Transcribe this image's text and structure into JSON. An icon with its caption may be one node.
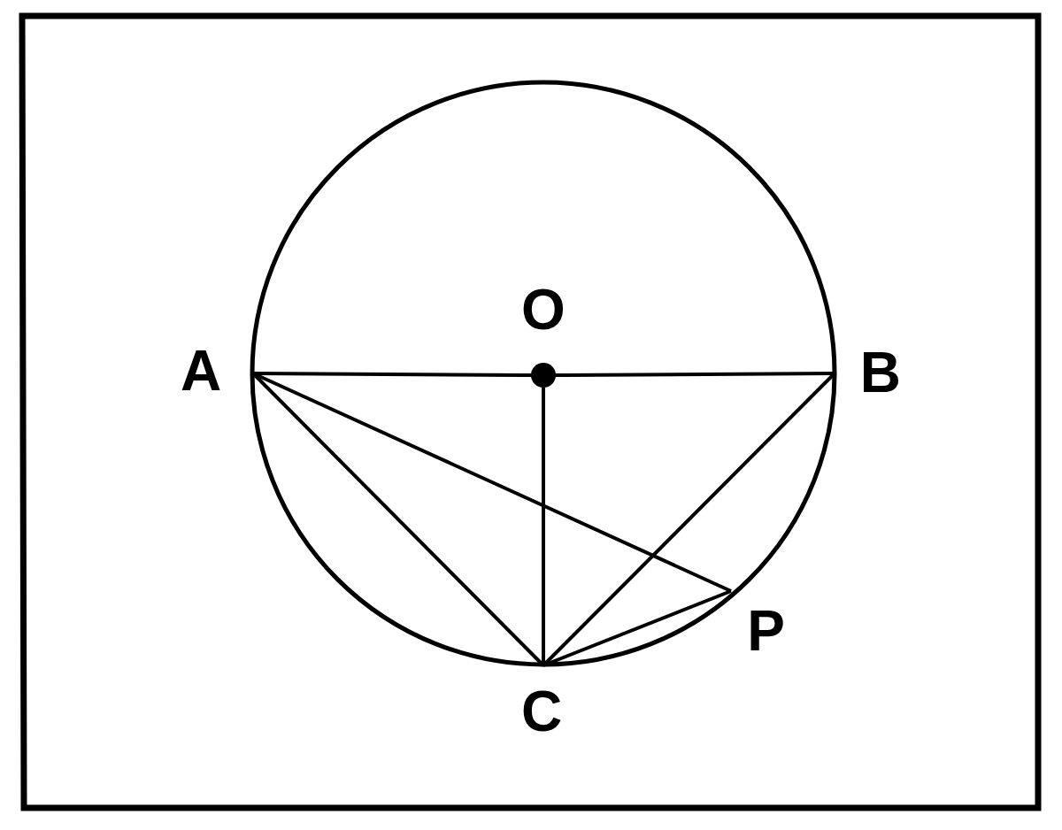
{
  "diagram": {
    "nodes": [
      {
        "text": [
          "O"
        ]
      },
      {
        "text": [
          "A"
        ]
      },
      {
        "text": [
          "B"
        ]
      },
      {
        "text": [
          "C"
        ]
      },
      {
        "text": [
          "P"
        ]
      }
    ],
    "edges": [
      {
        "from": 1,
        "to": 0,
        "arrow": "none"
      },
      {
        "from": 0,
        "to": 2,
        "arrow": "none"
      },
      {
        "from": 0,
        "to": 3,
        "arrow": "none"
      },
      {
        "from": 1,
        "to": 3,
        "arrow": "none"
      },
      {
        "from": 2,
        "to": 3,
        "arrow": "none"
      },
      {
        "from": 1,
        "to": 4,
        "arrow": "none"
      },
      {
        "from": 3,
        "to": 4,
        "arrow": "none"
      }
    ]
  }
}
